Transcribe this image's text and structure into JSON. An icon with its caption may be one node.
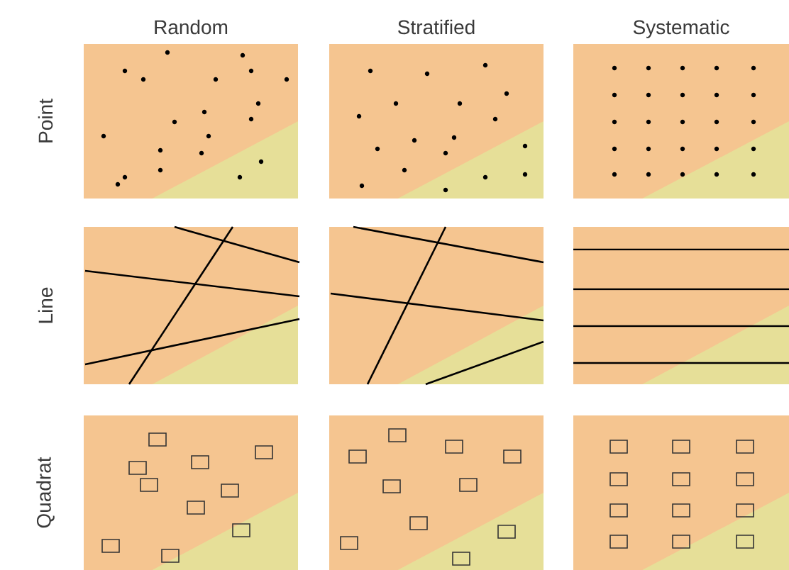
{
  "diagram": {
    "labels": [
      "Random",
      "Stratified",
      "Systematic",
      "Point",
      "Line",
      "Quadrat"
    ]
  }
}
